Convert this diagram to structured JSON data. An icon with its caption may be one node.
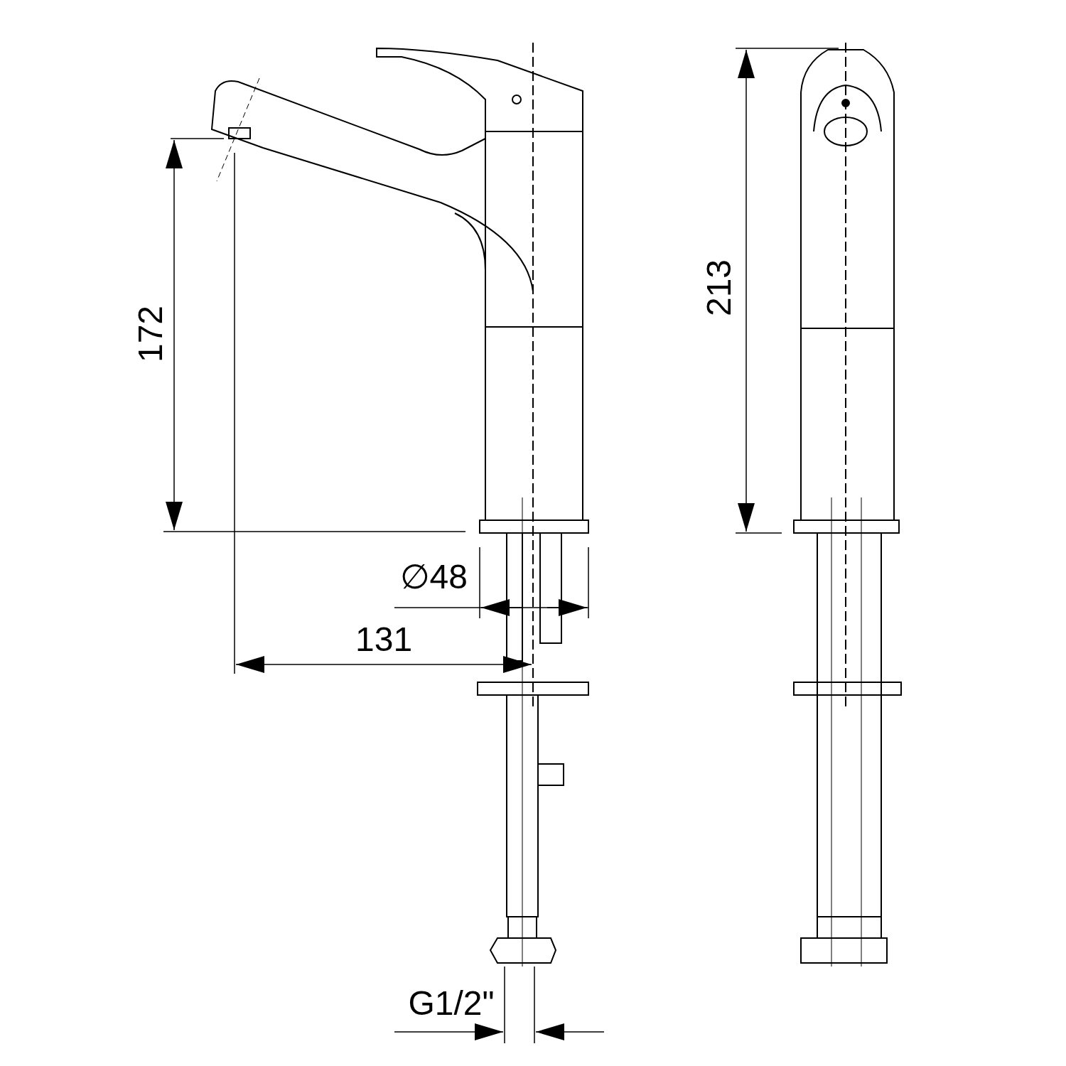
{
  "diagram": {
    "labels": [
      "172",
      "213",
      "∅48",
      "131",
      "G1/2\""
    ]
  }
}
